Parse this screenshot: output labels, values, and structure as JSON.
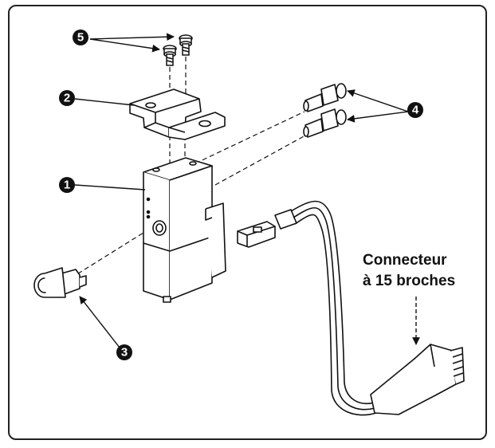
{
  "callouts": [
    {
      "id": "c1",
      "number": "1"
    },
    {
      "id": "c2",
      "number": "2"
    },
    {
      "id": "c3",
      "number": "3"
    },
    {
      "id": "c4",
      "number": "4"
    },
    {
      "id": "c5",
      "number": "5"
    }
  ],
  "connector_label": {
    "line1": "Connecteur",
    "line2": "à 15 broches"
  }
}
